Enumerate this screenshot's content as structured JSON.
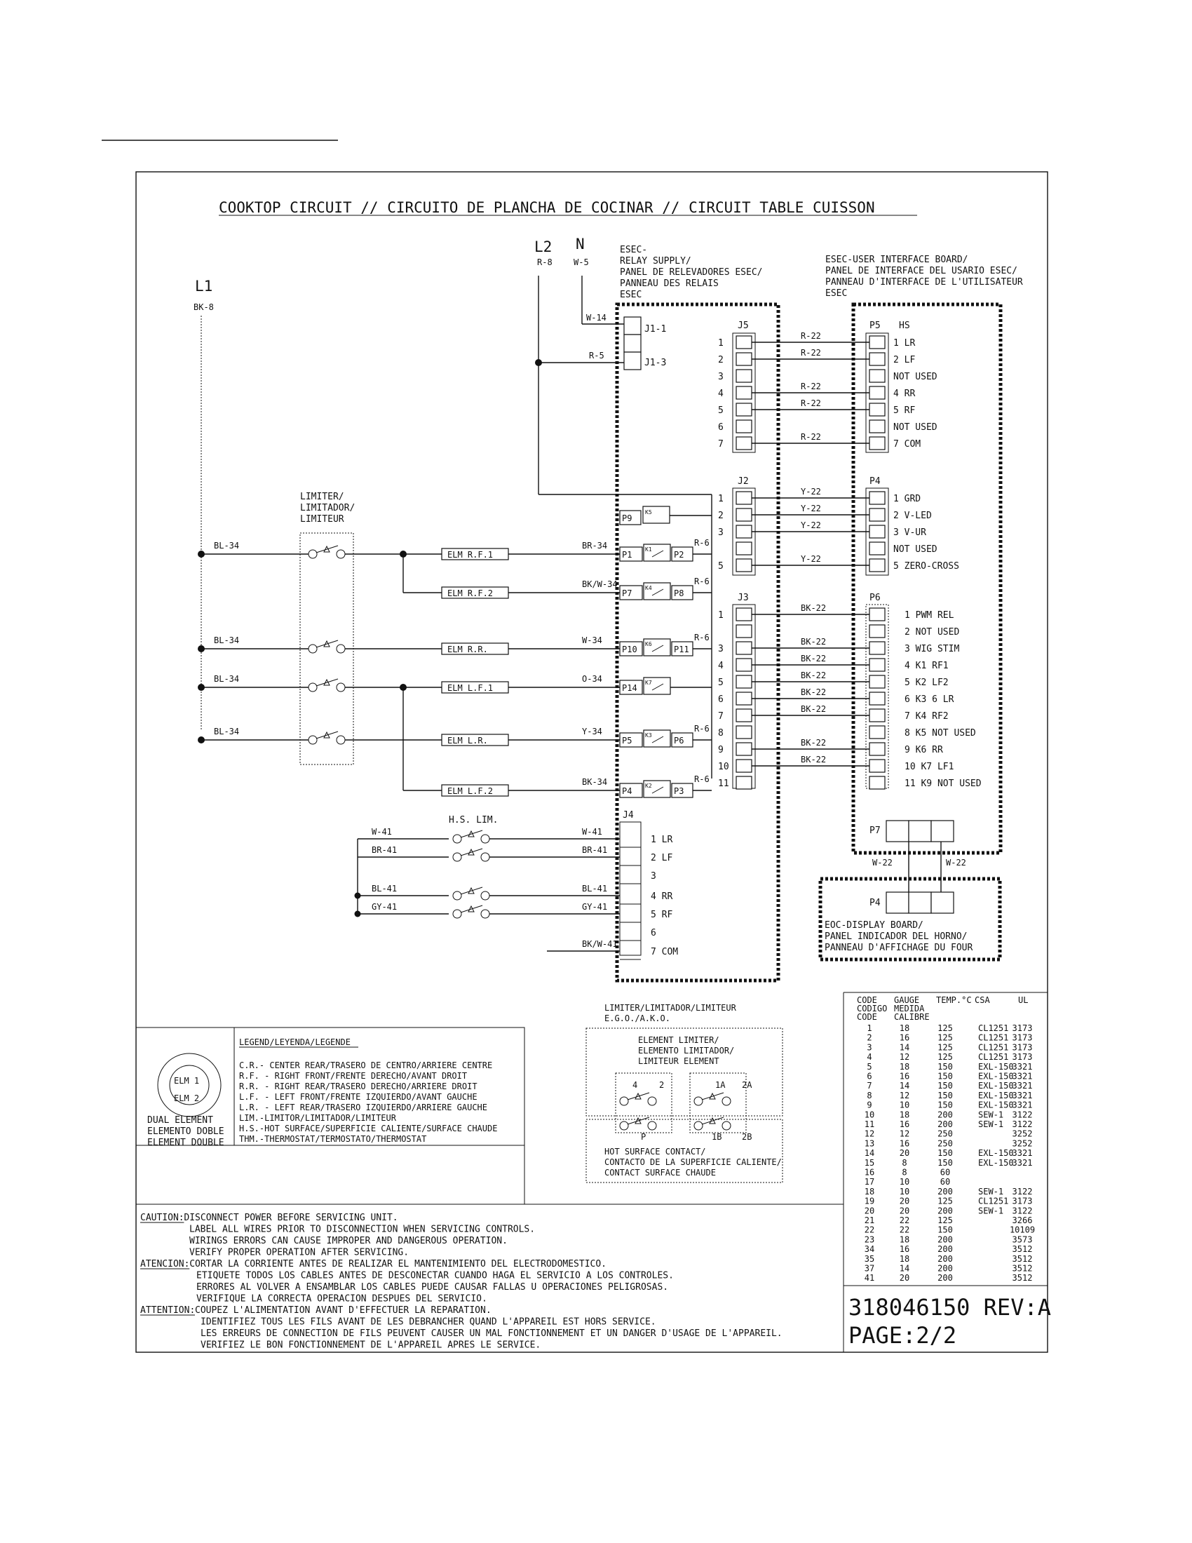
{
  "title": "COOKTOP CIRCUIT // CIRCUITO DE PLANCHA DE COCINAR // CIRCUIT TABLE CUISSON",
  "lines": {
    "l1": "L1",
    "l1_wire": "BK-8",
    "l2": "L2",
    "l2_wire": "R-8",
    "n": "N",
    "n_wire": "W-5"
  },
  "relay_board": [
    "ESEC-",
    "RELAY SUPPLY/",
    "PANEL DE RELEVADORES ESEC/",
    "PANNEAU DES RELAIS",
    "ESEC"
  ],
  "ui_board": [
    "ESEC-USER INTERFACE BOARD/",
    "PANEL DE INTERFACE DEL USARIO ESEC/",
    "PANNEAU D'INTERFACE DE L'UTILISATEUR",
    "ESEC"
  ],
  "j1": {
    "w14": "W-14",
    "r5": "R-5",
    "j1_1": "J1-1",
    "j1_3": "J1-3"
  },
  "limiter_label": [
    "LIMITER/",
    "LIMITADOR/",
    "LIMITEUR"
  ],
  "hs_lim": "H.S. LIM.",
  "connectors": {
    "j5": "J5",
    "j2": "J2",
    "j3": "J3",
    "j4": "J4",
    "p5": "P5",
    "hs": "HS",
    "p4": "P4",
    "p6": "P6",
    "p7": "P7",
    "p4_disp": "P4"
  },
  "j5_rows": [
    {
      "n": "1",
      "wire": "R-22",
      "label": "1 LR"
    },
    {
      "n": "2",
      "wire": "R-22",
      "label": "2 LF"
    },
    {
      "n": "3",
      "wire": "",
      "label": "NOT USED"
    },
    {
      "n": "4",
      "wire": "R-22",
      "label": "4 RR"
    },
    {
      "n": "5",
      "wire": "R-22",
      "label": "5 RF"
    },
    {
      "n": "6",
      "wire": "",
      "label": "NOT USED"
    },
    {
      "n": "7",
      "wire": "R-22",
      "label": "7 COM"
    }
  ],
  "j2_rows": [
    {
      "n": "1",
      "wire": "Y-22",
      "label": "1 GRD"
    },
    {
      "n": "2",
      "wire": "Y-22",
      "label": "2 V-LED"
    },
    {
      "n": "3",
      "wire": "Y-22",
      "label": "3 V-UR"
    },
    {
      "n": "",
      "wire": "",
      "label": "NOT USED"
    },
    {
      "n": "5",
      "wire": "Y-22",
      "label": "5 ZERO-CROSS"
    }
  ],
  "j3_rows": [
    {
      "n": "1",
      "wire": "BK-22",
      "label": "1 PWM REL"
    },
    {
      "n": "",
      "wire": "",
      "label": "2 NOT USED"
    },
    {
      "n": "3",
      "wire": "BK-22",
      "label": "3 WIG STIM"
    },
    {
      "n": "4",
      "wire": "BK-22",
      "label": "4 K1 RF1"
    },
    {
      "n": "5",
      "wire": "BK-22",
      "label": "5 K2 LF2"
    },
    {
      "n": "6",
      "wire": "BK-22",
      "label": "6 K3 6 LR"
    },
    {
      "n": "7",
      "wire": "BK-22",
      "label": "7 K4 RF2"
    },
    {
      "n": "8",
      "wire": "",
      "label": "8 K5 NOT USED"
    },
    {
      "n": "9",
      "wire": "BK-22",
      "label": "9 K6 RR"
    },
    {
      "n": "10",
      "wire": "BK-22",
      "label": "10 K7 LF1"
    },
    {
      "n": "11",
      "wire": "",
      "label": "11 K9 NOT USED"
    }
  ],
  "elements": [
    {
      "label": "ELM R.F.1",
      "line": "BL-34",
      "wire": "BR-34",
      "relay": "P1",
      "k": "K1",
      "out": "P2",
      "r": "R-6"
    },
    {
      "label": "ELM R.F.2",
      "line": "",
      "wire": "BK/W-34",
      "relay": "P7",
      "k": "K4",
      "out": "P8",
      "r": "R-6"
    },
    {
      "label": "ELM R.R.",
      "line": "BL-34",
      "wire": "W-34",
      "relay": "P10",
      "k": "K6",
      "out": "P11",
      "r": "R-6"
    },
    {
      "label": "ELM L.F.1",
      "line": "BL-34",
      "wire": "O-34",
      "relay": "P14",
      "k": "K7",
      "out": "",
      "r": ""
    },
    {
      "label": "ELM L.R.",
      "line": "BL-34",
      "wire": "Y-34",
      "relay": "P5",
      "k": "K3",
      "out": "P6",
      "r": "R-6"
    },
    {
      "label": "ELM L.F.2",
      "line": "",
      "wire": "BK-34",
      "relay": "P4",
      "k": "K2",
      "out": "P3",
      "r": "R-6"
    }
  ],
  "p9": {
    "label": "P9",
    "k": "K5"
  },
  "j4_rows": [
    {
      "left": "W-41",
      "right": "W-41",
      "label": "1 LR"
    },
    {
      "left": "BR-41",
      "right": "BR-41",
      "label": "2 LF"
    },
    {
      "left": "",
      "right": "",
      "label": "3"
    },
    {
      "left": "BL-41",
      "right": "BL-41",
      "label": "4 RR"
    },
    {
      "left": "GY-41",
      "right": "GY-41",
      "label": "5 RF"
    },
    {
      "left": "",
      "right": "",
      "label": "6"
    },
    {
      "left": "",
      "right": "BK/W-41",
      "label": "7 COM"
    }
  ],
  "p7_wires": {
    "left": "W-22",
    "right": "W-22"
  },
  "display_board": [
    "EOC-DISPLAY BOARD/",
    "PANEL INDICADOR DEL HORNO/",
    "PANNEAU D'AFFICHAGE DU FOUR"
  ],
  "legend": {
    "title": "LEGEND/LEYENDA/LEGENDE",
    "items": [
      "C.R.- CENTER REAR/TRASERO DE CENTRO/ARRIERE CENTRE",
      "R.F. - RIGHT FRONT/FRENTE DERECHO/AVANT DROIT",
      "R.R. - RIGHT REAR/TRASERO DERECHO/ARRIERE DROIT",
      "L.F. - LEFT FRONT/FRENTE IZQUIERDO/AVANT GAUCHE",
      "L.R. - LEFT REAR/TRASERO IZQUIERDO/ARRIERE GAUCHE",
      "LIM.-LIMITOR/LIMITADOR/LIMITEUR",
      "H.S.-HOT SURFACE/SUPERFICIE CALIENTE/SURFACE CHAUDE",
      "THM.-THERMOSTAT/TERMOSTATO/THERMOSTAT"
    ],
    "elm1": "ELM 1",
    "elm2": "ELM 2",
    "dual": [
      "DUAL ELEMENT",
      "ELEMENTO DOBLE",
      "ELEMENT DOUBLE"
    ]
  },
  "limiter_detail": {
    "title": [
      "LIMITER/LIMITADOR/LIMITEUR",
      "E.G.O./A.K.O."
    ],
    "element": [
      "ELEMENT LIMITER/",
      "ELEMENTO LIMITADOR/",
      "LIMITEUR ELEMENT"
    ],
    "hot": [
      "HOT SURFACE CONTACT/",
      "CONTACTO DE LA SUPERFICIE CALIENTE/",
      "CONTACT SURFACE CHAUDE"
    ],
    "terms": [
      "4",
      "2",
      "1A",
      "2A",
      "P",
      "1B",
      "2B"
    ]
  },
  "caution": [
    {
      "label": "CAUTION:",
      "text": "DISCONNECT POWER BEFORE SERVICING UNIT."
    },
    {
      "label": "",
      "text": "LABEL ALL WIRES PRIOR TO DISCONNECTION WHEN SERVICING CONTROLS."
    },
    {
      "label": "",
      "text": "WIRINGS ERRORS CAN CAUSE IMPROPER AND DANGEROUS OPERATION."
    },
    {
      "label": "",
      "text": "VERIFY PROPER OPERATION AFTER SERVICING."
    },
    {
      "label": "ATENCION:",
      "text": "CORTAR LA CORRIENTE ANTES DE REALIZAR EL MANTENIMIENTO DEL ELECTRODOMESTICO."
    },
    {
      "label": "",
      "text": "ETIQUETE TODOS LOS CABLES ANTES DE DESCONECTAR CUANDO HAGA EL SERVICIO A LOS CONTROLES."
    },
    {
      "label": "",
      "text": "ERRORES AL VOLVER A ENSAMBLAR LOS CABLES PUEDE CAUSAR FALLAS U OPERACIONES PELIGROSAS."
    },
    {
      "label": "",
      "text": "VERIFIQUE LA CORRECTA OPERACION DESPUES DEL SERVICIO."
    },
    {
      "label": "ATTENTION:",
      "text": "COUPEZ L'ALIMENTATION AVANT D'EFFECTUER LA REPARATION."
    },
    {
      "label": "",
      "text": "IDENTIFIEZ TOUS LES FILS AVANT DE LES DEBRANCHER QUAND L'APPAREIL EST HORS SERVICE."
    },
    {
      "label": "",
      "text": "LES ERREURS DE CONNECTION DE FILS PEUVENT CAUSER UN MAL FONCTIONNEMENT ET UN DANGER D'USAGE DE L'APPAREIL."
    },
    {
      "label": "",
      "text": "VERIFIEZ LE BON FONCTIONNEMENT DE L'APPAREIL APRES LE SERVICE."
    }
  ],
  "code_table": {
    "headers": [
      [
        "CODE",
        "CODIGO",
        "CODE"
      ],
      [
        "GAUGE",
        "MEDIDA",
        "CALIBRE"
      ],
      [
        "TEMP.°C"
      ],
      [
        "CSA"
      ],
      [
        "UL"
      ]
    ],
    "rows": [
      [
        "1",
        "18",
        "125",
        "CL1251",
        "3173"
      ],
      [
        "2",
        "16",
        "125",
        "CL1251",
        "3173"
      ],
      [
        "3",
        "14",
        "125",
        "CL1251",
        "3173"
      ],
      [
        "4",
        "12",
        "125",
        "CL1251",
        "3173"
      ],
      [
        "5",
        "18",
        "150",
        "EXL-150",
        "3321"
      ],
      [
        "6",
        "16",
        "150",
        "EXL-150",
        "3321"
      ],
      [
        "7",
        "14",
        "150",
        "EXL-150",
        "3321"
      ],
      [
        "8",
        "12",
        "150",
        "EXL-150",
        "3321"
      ],
      [
        "9",
        "10",
        "150",
        "EXL-150",
        "3321"
      ],
      [
        "10",
        "18",
        "200",
        "SEW-1",
        "3122"
      ],
      [
        "11",
        "16",
        "200",
        "SEW-1",
        "3122"
      ],
      [
        "12",
        "12",
        "250",
        "",
        "3252"
      ],
      [
        "13",
        "16",
        "250",
        "",
        "3252"
      ],
      [
        "14",
        "20",
        "150",
        "EXL-150",
        "3321"
      ],
      [
        "15",
        "8",
        "150",
        "EXL-150",
        "3321"
      ],
      [
        "16",
        "8",
        "60",
        "",
        ""
      ],
      [
        "17",
        "10",
        "60",
        "",
        ""
      ],
      [
        "18",
        "10",
        "200",
        "SEW-1",
        "3122"
      ],
      [
        "19",
        "20",
        "125",
        "CL1251",
        "3173"
      ],
      [
        "20",
        "20",
        "200",
        "SEW-1",
        "3122"
      ],
      [
        "21",
        "22",
        "125",
        "",
        "3266"
      ],
      [
        "22",
        "22",
        "150",
        "",
        "10109"
      ],
      [
        "23",
        "18",
        "200",
        "",
        "3573"
      ],
      [
        "34",
        "16",
        "200",
        "",
        "3512"
      ],
      [
        "35",
        "18",
        "200",
        "",
        "3512"
      ],
      [
        "37",
        "14",
        "200",
        "",
        "3512"
      ],
      [
        "41",
        "20",
        "200",
        "",
        "3512"
      ]
    ]
  },
  "part_number": "318046150 REV:A",
  "page": "PAGE:2/2"
}
